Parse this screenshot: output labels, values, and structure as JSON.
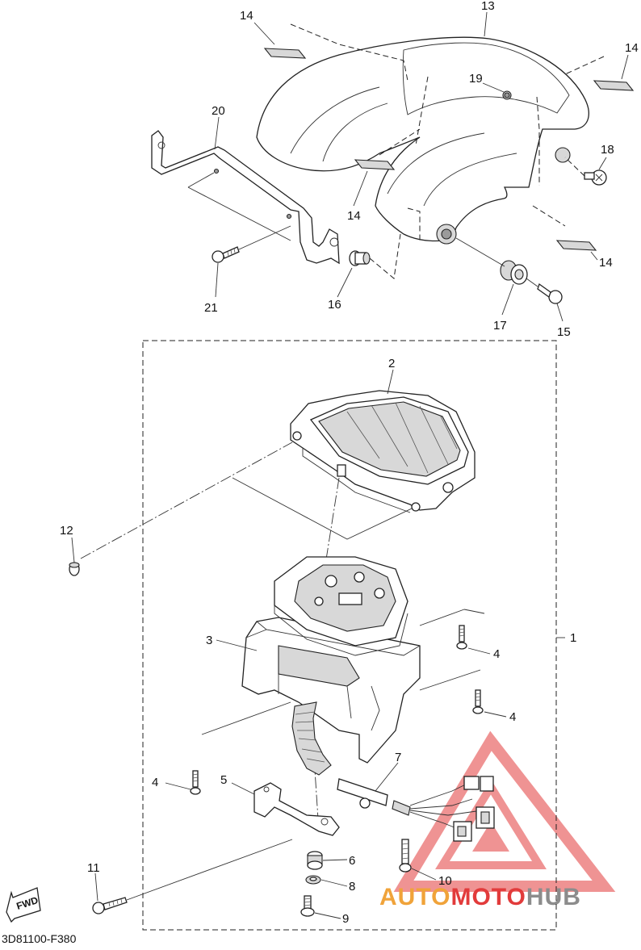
{
  "diagram": {
    "code": "3D81100-F380",
    "fwd_label": "FWD",
    "callouts": {
      "c1": "1",
      "c2": "2",
      "c3": "3",
      "c4a": "4",
      "c4b": "4",
      "c4c": "4",
      "c5": "5",
      "c6": "6",
      "c7": "7",
      "c8": "8",
      "c9": "9",
      "c10": "10",
      "c11": "11",
      "c12": "12",
      "c13": "13",
      "c14a": "14",
      "c14b": "14",
      "c14c": "14",
      "c14d": "14",
      "c15": "15",
      "c16": "16",
      "c17": "17",
      "c18": "18",
      "c19": "19",
      "c20": "20",
      "c21": "21"
    }
  },
  "watermark": {
    "part1": "AUTO",
    "part2": "MOTO",
    "part3": "HUB",
    "colors": {
      "red": "#e23b3b",
      "orange": "#f0a33a",
      "grey": "#8c8c8c"
    }
  }
}
